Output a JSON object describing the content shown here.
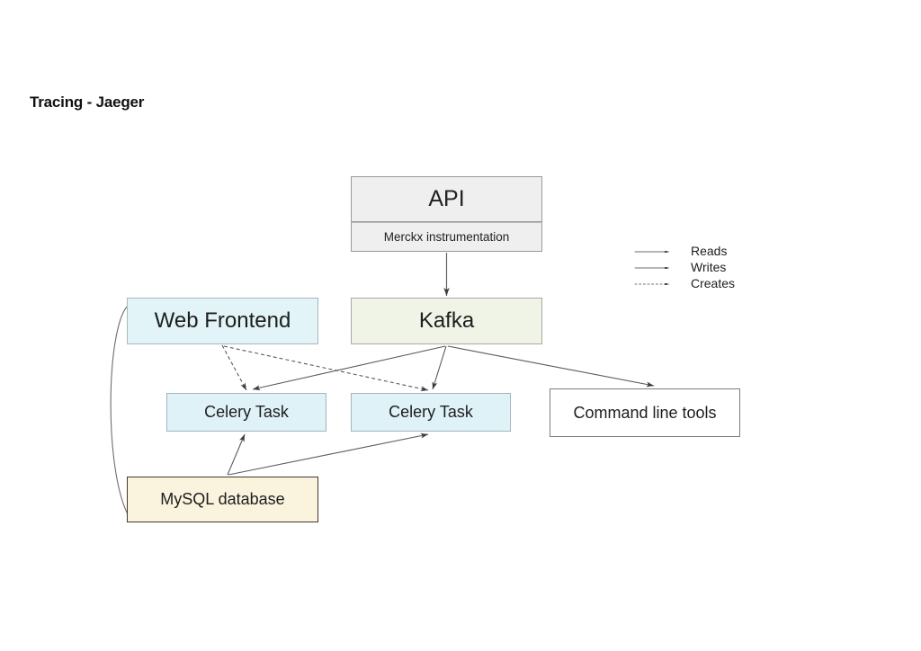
{
  "slide": {
    "title": "Tracing - Jaeger",
    "background_color": "#ffffff"
  },
  "nodes": {
    "api": {
      "label": "API",
      "sublabel": "Merckx instrumentation",
      "fill": "#efefef",
      "border": "#9a9a9a"
    },
    "web_frontend": {
      "label": "Web Frontend",
      "fill": "#e2f4f8",
      "border": "#a9b8bb"
    },
    "kafka": {
      "label": "Kafka",
      "fill": "#f0f4e6",
      "border": "#a8a8a0"
    },
    "celery_task_1": {
      "label": "Celery Task",
      "fill": "#dff2f8",
      "border": "#a4b5bb"
    },
    "celery_task_2": {
      "label": "Celery Task",
      "fill": "#dff2f8",
      "border": "#a4b5bb"
    },
    "command_line_tools": {
      "label": "Command line tools",
      "fill": "#ffffff",
      "border": "#7d7d7d"
    },
    "mysql_database": {
      "label": "MySQL database",
      "fill": "#faf3de",
      "border": "#43382b"
    }
  },
  "legend": {
    "items": [
      {
        "label": "Reads",
        "style": "solid",
        "color": "#3c3c3c"
      },
      {
        "label": "Writes",
        "style": "solid",
        "color": "#3c3c3c"
      },
      {
        "label": "Creates",
        "style": "dashed",
        "color": "#3c3c3c"
      }
    ]
  },
  "edges": [
    {
      "from": "api",
      "to": "kafka",
      "style": "solid",
      "relation": "Writes"
    },
    {
      "from": "web_frontend",
      "to": "celery_task_1",
      "style": "dashed",
      "relation": "Creates"
    },
    {
      "from": "web_frontend",
      "to": "celery_task_2",
      "style": "dashed",
      "relation": "Creates"
    },
    {
      "from": "web_frontend",
      "to": "mysql_database",
      "style": "solid",
      "relation": "Reads"
    },
    {
      "from": "kafka",
      "to": "celery_task_1",
      "style": "solid",
      "relation": "Reads"
    },
    {
      "from": "kafka",
      "to": "celery_task_2",
      "style": "solid",
      "relation": "Reads"
    },
    {
      "from": "kafka",
      "to": "command_line_tools",
      "style": "solid",
      "relation": "Reads"
    },
    {
      "from": "mysql_database",
      "to": "celery_task_1",
      "style": "solid",
      "relation": "Reads"
    },
    {
      "from": "mysql_database",
      "to": "celery_task_2",
      "style": "solid",
      "relation": "Reads"
    }
  ]
}
